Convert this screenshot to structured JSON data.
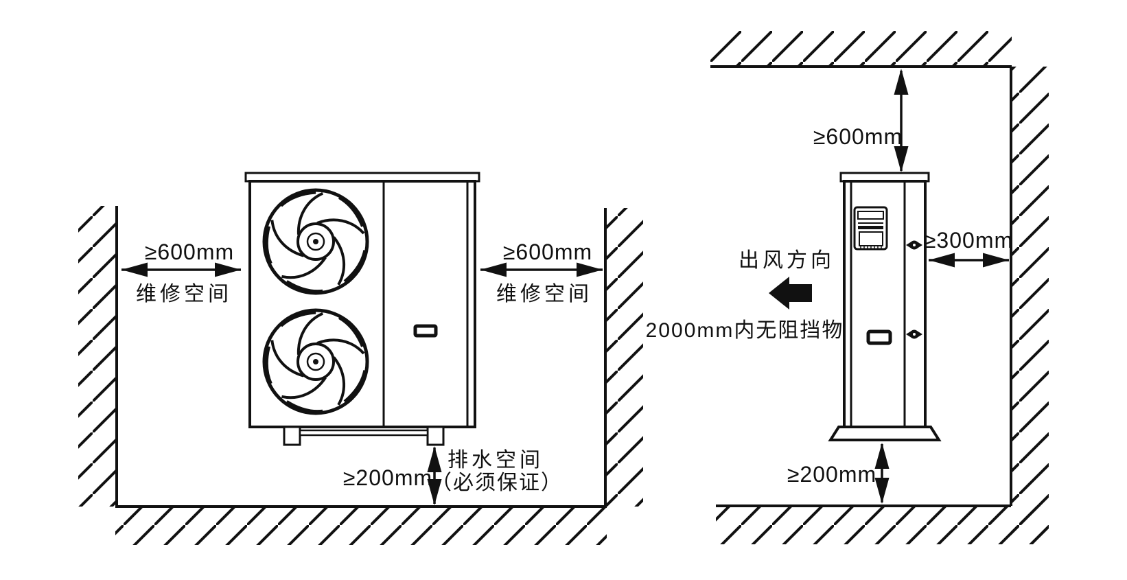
{
  "diagram": {
    "type": "installation-clearance-diagram",
    "front_view": {
      "left_clearance": {
        "value": "≥600mm",
        "label": "维修空间"
      },
      "right_clearance": {
        "value": "≥600mm",
        "label": "维修空间"
      },
      "bottom_clearance": {
        "value": "≥200mm",
        "label_line1": "排水空间",
        "label_line2": "（必须保证）"
      }
    },
    "side_view": {
      "top_clearance": {
        "value": "≥600mm"
      },
      "side_clearance": {
        "value": "≥300mm"
      },
      "bottom_clearance": {
        "value": "≥200mm"
      },
      "airflow": {
        "direction_label": "出风方向",
        "obstruction_note": "2000mm内无阻挡物"
      }
    },
    "colors": {
      "line": "#111111",
      "background": "#ffffff"
    }
  }
}
